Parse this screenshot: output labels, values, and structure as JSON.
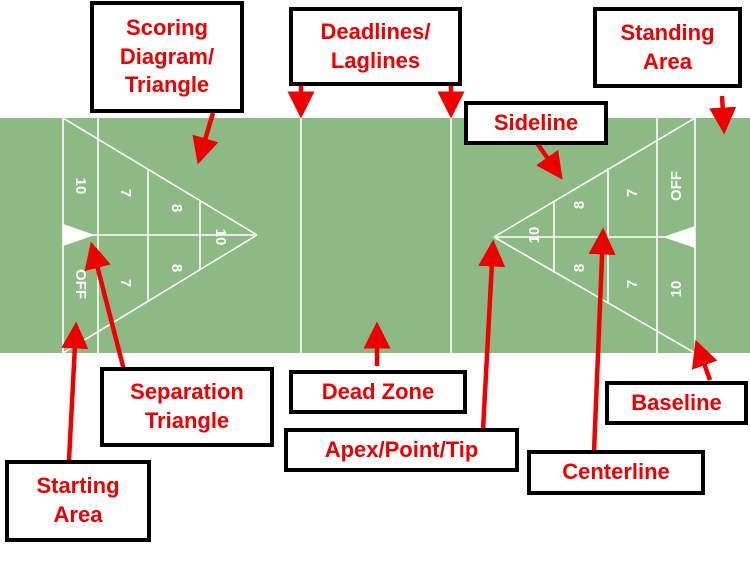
{
  "colors": {
    "court": "#8dba84",
    "line": "#ffffff",
    "arrow": "#ee0000",
    "label_text": "#ee0000",
    "label_border": "#000000"
  },
  "court_numbers": {
    "left_10_top": "10",
    "left_off": "OFF",
    "left_7_top": "7",
    "left_7_bottom": "7",
    "left_8_top": "8",
    "left_8_bottom": "8",
    "left_10_tip": "10",
    "right_10_tip": "10",
    "right_8_top": "8",
    "right_8_bottom": "8",
    "right_7_top": "7",
    "right_7_bottom": "7",
    "right_off": "OFF",
    "right_10_bottom": "10"
  },
  "labels": {
    "scoring_diagram": [
      "Scoring",
      "Diagram/",
      "Triangle"
    ],
    "deadlines": [
      "Deadlines/",
      "Laglines"
    ],
    "standing_area": [
      "Standing",
      "Area"
    ],
    "sideline": [
      "Sideline"
    ],
    "separation_triangle": [
      "Separation",
      "Triangle"
    ],
    "dead_zone": [
      "Dead Zone"
    ],
    "baseline": [
      "Baseline"
    ],
    "apex": [
      "Apex/Point/Tip"
    ],
    "centerline": [
      "Centerline"
    ],
    "starting_area": [
      "Starting",
      "Area"
    ]
  }
}
